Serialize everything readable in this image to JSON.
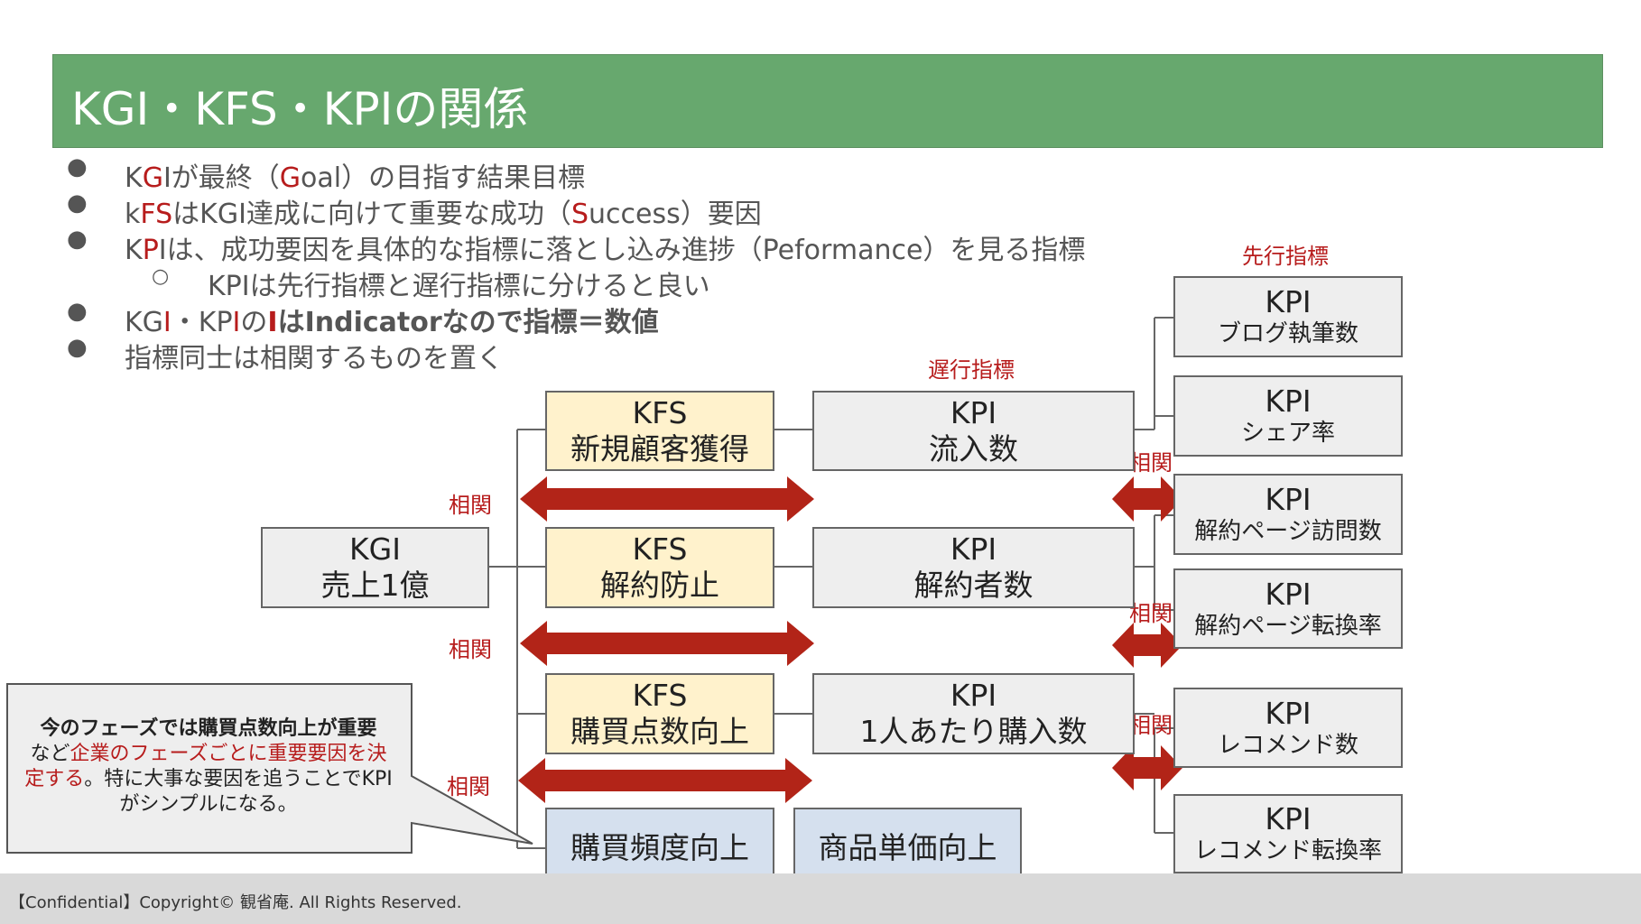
{
  "title": "KGI・KFS・KPIの関係",
  "bullets": {
    "b1": {
      "a": "K",
      "r": "G",
      "b": "I",
      "c": "が最終（",
      "r2": "G",
      "d": "oal）の目指す結果目標"
    },
    "b2": {
      "a": "k",
      "r": "FS",
      "b": "はKGI達成に向けて重要な成功（",
      "r2": "S",
      "c": "uccess）要因"
    },
    "b3": {
      "a": "K",
      "r": "P",
      "b": "I",
      "c": "は、成功要因を具体的な指標に落とし込み進捗（Peformance）を見る指標"
    },
    "b4": "KPIは先行指標と遅行指標に分けると良い",
    "b5": {
      "a": "KG",
      "r": "I",
      "b": "・KP",
      "r2": "I",
      "c": "の",
      "r3": "I",
      "d": "はIndicatorなので指標＝数値"
    },
    "b6": "指標同士は相関するものを置く"
  },
  "labels": {
    "leading": "先行指標",
    "lagging": "遅行指標",
    "correlation": "相関"
  },
  "kgi": {
    "line1": "KGI",
    "line2": "売上1億"
  },
  "kfs": [
    {
      "line1": "KFS",
      "line2": "新規顧客獲得"
    },
    {
      "line1": "KFS",
      "line2": "解約防止"
    },
    {
      "line1": "KFS",
      "line2": "購買点数向上"
    }
  ],
  "other_factors": [
    "購買頻度向上",
    "商品単価向上"
  ],
  "kpi_lagging": [
    {
      "line1": "KPI",
      "line2": "流入数"
    },
    {
      "line1": "KPI",
      "line2": "解約者数"
    },
    {
      "line1": "KPI",
      "line2": "1人あたり購入数"
    }
  ],
  "kpi_leading": [
    {
      "line1": "KPI",
      "line2": "ブログ執筆数"
    },
    {
      "line1": "KPI",
      "line2": "シェア率"
    },
    {
      "line1": "KPI",
      "line2": "解約ページ訪問数"
    },
    {
      "line1": "KPI",
      "line2": "解約ページ転換率"
    },
    {
      "line1": "KPI",
      "line2": "レコメンド数"
    },
    {
      "line1": "KPI",
      "line2": "レコメンド転換率"
    }
  ],
  "callout": {
    "bold": "今のフェーズでは購買点数向上が重要",
    "pre": "など",
    "red": "企業のフェーズごとに重要要因を決定する",
    "post": "。特に大事な要因を追うことでKPIがシンプルになる。"
  },
  "footer": "【Confidential】Copyright© 観省庵. All Rights Reserved.",
  "colors": {
    "title_bar": "#67a86e",
    "kfs_box": "#fff2cc",
    "arrow": "#b22418",
    "accent_text": "#b71c1c",
    "blue_box": "#d5e0ee"
  }
}
